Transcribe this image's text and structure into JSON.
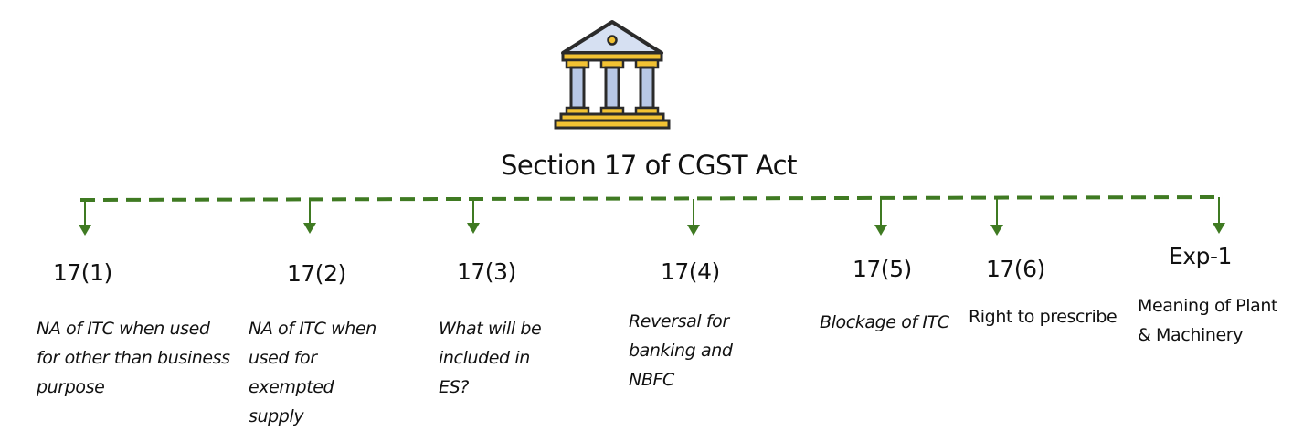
{
  "diagram": {
    "title": "Section 17 of CGST Act",
    "icon": "government-building-icon",
    "colors": {
      "connector": "#3f7a22",
      "text": "#111111",
      "icon_outline": "#2b2b2b",
      "icon_roof": "#d6e0f2",
      "icon_gold": "#f2c233",
      "icon_column": "#b8c8e6"
    },
    "nodes": [
      {
        "label": "17(1)",
        "description": "NA of ITC when used for other than business purpose"
      },
      {
        "label": "17(2)",
        "description": "NA of ITC when used for exempted supply"
      },
      {
        "label": "17(3)",
        "description": "What will be included in ES?"
      },
      {
        "label": "17(4)",
        "description": "Reversal for banking and NBFC"
      },
      {
        "label": "17(5)",
        "description": "Blockage of ITC"
      },
      {
        "label": "17(6)",
        "description": "Right to prescribe"
      },
      {
        "label": "Exp-1",
        "description": "Meaning of Plant & Machinery"
      }
    ]
  }
}
